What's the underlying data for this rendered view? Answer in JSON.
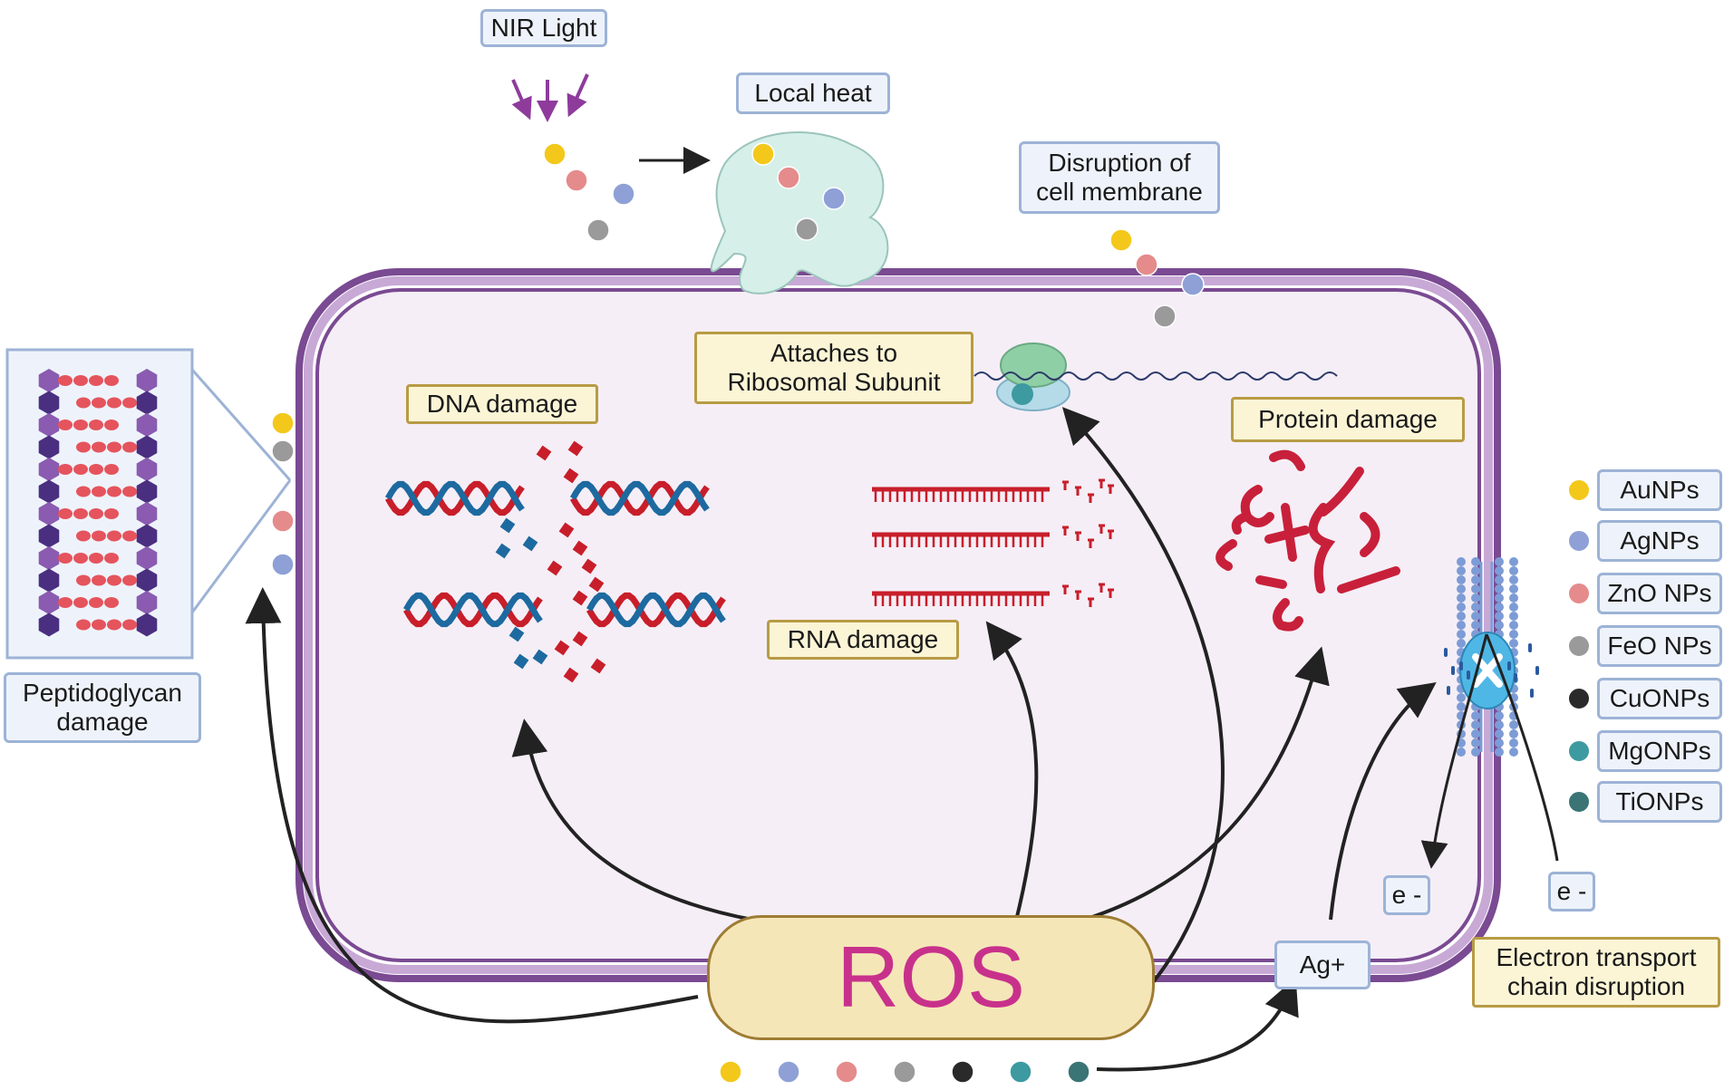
{
  "labels": {
    "nir_light": "NIR Light",
    "local_heat": "Local heat",
    "disruption_membrane": "Disruption of\ncell membrane",
    "attaches_ribosomal": "Attaches to\nRibosomal Subunit",
    "dna_damage": "DNA damage",
    "rna_damage": "RNA damage",
    "protein_damage": "Protein damage",
    "peptidoglycan_damage": "Peptidoglycan\ndamage",
    "ros": "ROS",
    "ag_ion": "Ag+",
    "electron_left": "e -",
    "electron_right": "e -",
    "etc_disruption": "Electron transport\nchain disruption"
  },
  "legend": [
    {
      "label": "AuNPs",
      "color": "#f3c81b"
    },
    {
      "label": "AgNPs",
      "color": "#8ea0d6"
    },
    {
      "label": "ZnO NPs",
      "color": "#e58b8b"
    },
    {
      "label": "FeO NPs",
      "color": "#9a9a9a"
    },
    {
      "label": "CuONPs",
      "color": "#2a2a2a"
    },
    {
      "label": "MgONPs",
      "color": "#3d9aa0"
    },
    {
      "label": "TiONPs",
      "color": "#3a7474"
    }
  ],
  "colors": {
    "membrane_outer": "#7a4a92",
    "membrane_inner": "#c8a9d6",
    "cytoplasm": "#f5eef6",
    "dna_red": "#c81e2a",
    "dna_blue": "#1d6aa0",
    "protein": "#c8203a",
    "arrow": "#222222",
    "nir_arrow": "#8e3b9c",
    "heat_blob": "#d6efe9"
  }
}
